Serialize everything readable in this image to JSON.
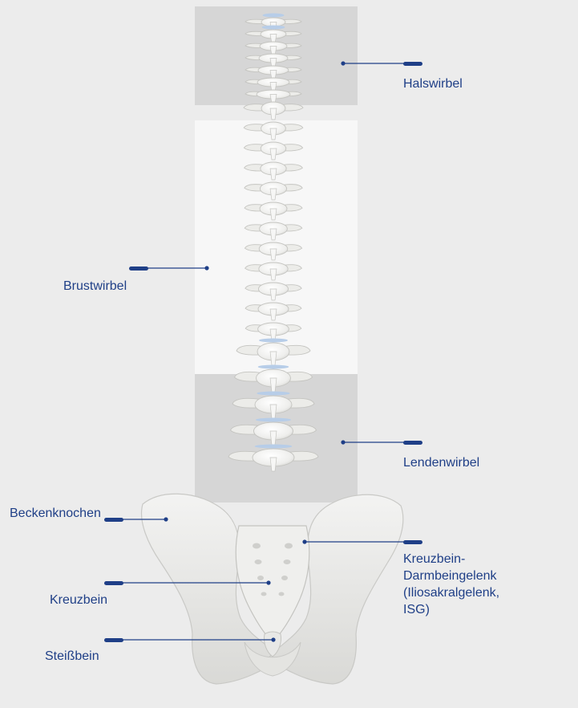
{
  "diagram": {
    "regions": {
      "cervical": "Halswirbel",
      "thoracic": "Brustwirbel",
      "lumbar": "Lendenwirbel"
    },
    "labels": {
      "pelvic_bone": "Beckenknochen",
      "sacrum": "Kreuzbein",
      "coccyx": "Steißbein",
      "si_joint": "Kreuzbein-\nDarmbeingelenk\n(Iliosakralgelenk,\nISG)"
    }
  },
  "colors": {
    "label": "#1f3f87",
    "leader_line": "#1f3f87",
    "cervical_band": "#d6d6d6",
    "thoracic_band": "#f7f7f7",
    "lumbar_band": "#d6d6d6",
    "bone": "#f4f4f3",
    "bone_shadow": "#c9c9c6",
    "disc": "#b7cde8",
    "background": "#ececec"
  }
}
